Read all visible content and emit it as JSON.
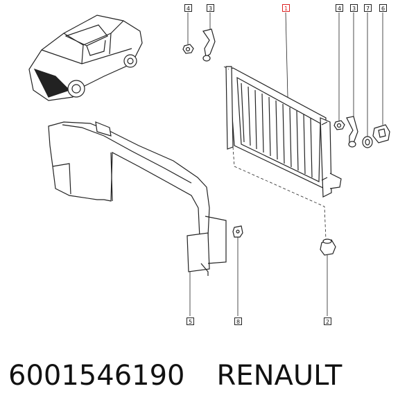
{
  "callouts": [
    {
      "label": "4",
      "highlight": false
    },
    {
      "label": "3",
      "highlight": false
    },
    {
      "label": "1",
      "highlight": true
    },
    {
      "label": "4",
      "highlight": false
    },
    {
      "label": "3",
      "highlight": false
    },
    {
      "label": "7",
      "highlight": false
    },
    {
      "label": "6",
      "highlight": false
    },
    {
      "label": "5",
      "highlight": false
    },
    {
      "label": "8",
      "highlight": false
    },
    {
      "label": "2",
      "highlight": false
    }
  ],
  "caption": {
    "part_number": "6001546190",
    "brand": "RENAULT"
  },
  "colors": {
    "line": "#222222",
    "highlight": "#dd2222",
    "background": "#ffffff"
  }
}
